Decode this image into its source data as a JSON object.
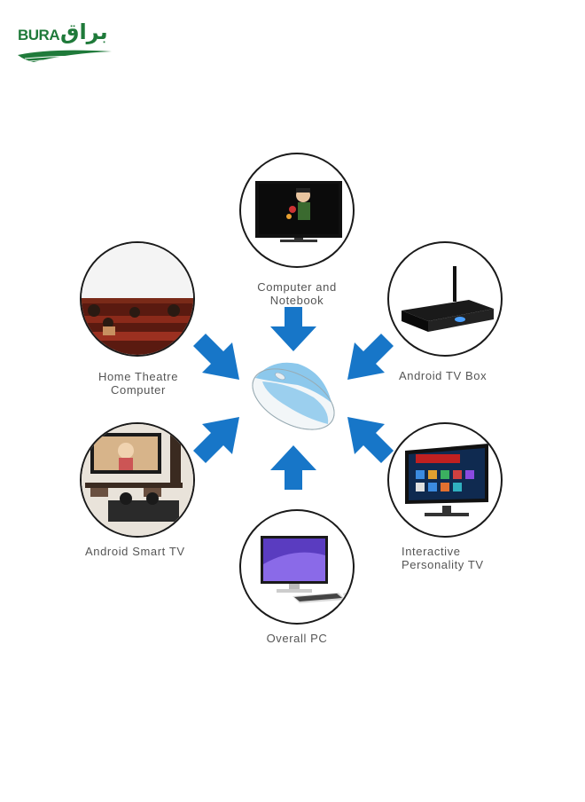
{
  "brand": {
    "latin": "BURA",
    "arabic": "براق",
    "color": "#1f7a3a"
  },
  "accent_color": "#1776c8",
  "devices": {
    "top": {
      "label_line1": "Computer and",
      "label_line2": "Notebook",
      "icon": "tv-icon"
    },
    "upper_left": {
      "label_line1": "Home Theatre",
      "label_line2": "Computer",
      "icon": "theater-icon"
    },
    "upper_right": {
      "label_line1": "Android TV Box",
      "label_line2": "",
      "icon": "set-top-box-icon"
    },
    "lower_left": {
      "label_line1": "Android Smart TV",
      "label_line2": "",
      "icon": "smart-tv-icon"
    },
    "lower_right": {
      "label_line1": "Interactive",
      "label_line2": "Personality TV",
      "icon": "interactive-tv-icon"
    },
    "bottom": {
      "label_line1": "Overall PC",
      "label_line2": "",
      "icon": "desktop-pc-icon"
    }
  },
  "center_device": {
    "icon": "air-mouse-icon"
  }
}
